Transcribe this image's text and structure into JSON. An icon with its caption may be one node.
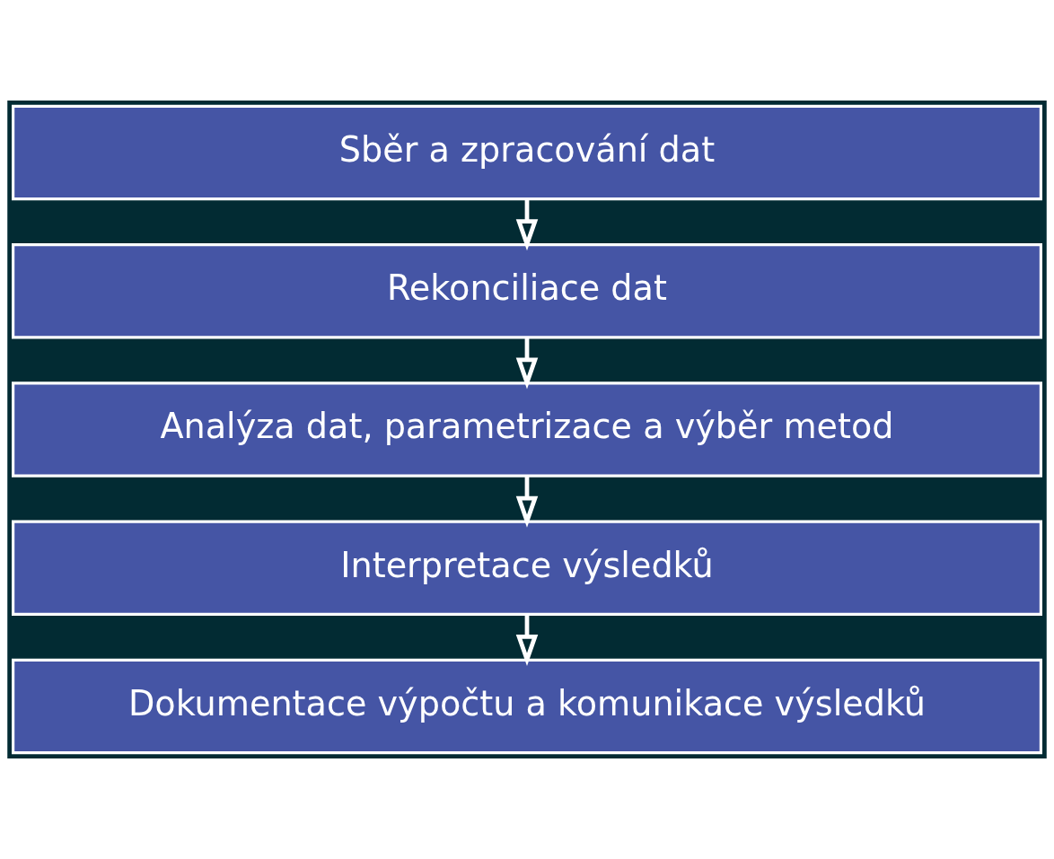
{
  "diagram": {
    "nodes": [
      {
        "text": [
          "Sběr a zpracování dat"
        ]
      },
      {
        "text": [
          "Rekonciliace dat"
        ]
      },
      {
        "text": [
          "Analýza dat, parametrizace a výběr metod"
        ]
      },
      {
        "text": [
          "Interpretace výsledků"
        ]
      },
      {
        "text": [
          "Dokumentace výpočtu a komunikace výsledků"
        ]
      }
    ],
    "edges": [
      {
        "from": 0,
        "to": 1,
        "arrow": "to"
      },
      {
        "from": 1,
        "to": 2,
        "arrow": "to"
      },
      {
        "from": 2,
        "to": 3,
        "arrow": "to"
      },
      {
        "from": 3,
        "to": 4,
        "arrow": "to"
      }
    ]
  }
}
